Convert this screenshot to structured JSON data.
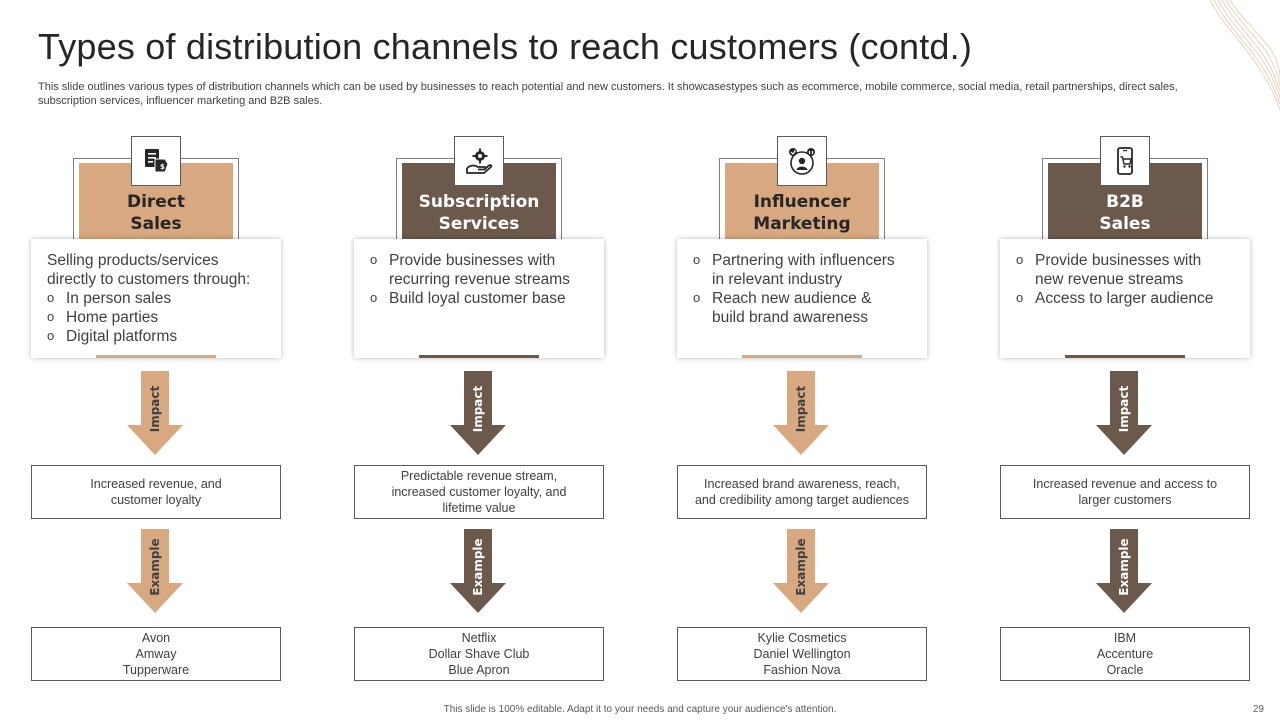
{
  "slide": {
    "title": "Types of distribution channels to reach customers (contd.)",
    "subtitle": "This slide outlines various types of distribution channels which can be used by businesses to reach potential and new customers. It showcasestypes such as ecommerce, mobile commerce, social media, retail partnerships, direct sales, subscription services, influencer marketing and B2B sales.",
    "footer": "This slide is 100% editable. Adapt it to your needs and capture your audience's attention.",
    "page_number": "29"
  },
  "colors": {
    "light": "#d8a981",
    "dark": "#6b5a4c"
  },
  "columns": [
    {
      "heading_line1": "Direct",
      "heading_line2": "Sales",
      "icon": "price-tag-document-icon",
      "description_intro_line1": "Selling products/services",
      "description_intro_line2": "directly to customers through:",
      "bullets": [
        "In person sales",
        "Home parties",
        "Digital platforms"
      ],
      "impact_label": "Impact",
      "impact_line1": "Increased revenue, and",
      "impact_line2": "customer loyalty",
      "example_label": "Example",
      "examples": [
        "Avon",
        "Amway",
        "Tupperware"
      ]
    },
    {
      "heading_line1": "Subscription",
      "heading_line2": "Services",
      "icon": "hand-gear-icon",
      "bullets": [
        {
          "line1": "Provide businesses with",
          "line2": "recurring revenue streams"
        },
        {
          "line1": "Build loyal customer base",
          "line2": ""
        }
      ],
      "impact_label": "Impact",
      "impact_line1": "Predictable revenue stream,",
      "impact_line2": "increased customer loyalty, and",
      "impact_line3": "lifetime value",
      "example_label": "Example",
      "examples": [
        "Netflix",
        "Dollar Shave Club",
        "Blue Apron"
      ]
    },
    {
      "heading_line1": "Influencer",
      "heading_line2": "Marketing",
      "icon": "influencer-network-icon",
      "bullets": [
        {
          "line1": "Partnering with influencers",
          "line2": "in relevant industry"
        },
        {
          "line1": "Reach new audience &",
          "line2": "build brand awareness"
        }
      ],
      "impact_label": "Impact",
      "impact_line1": "Increased brand awareness, reach,",
      "impact_line2": "and credibility among target audiences",
      "example_label": "Example",
      "examples": [
        "Kylie Cosmetics",
        "Daniel Wellington",
        "Fashion Nova"
      ]
    },
    {
      "heading_line1": "B2B",
      "heading_line2": "Sales",
      "icon": "mobile-cart-icon",
      "bullets": [
        {
          "line1": "Provide businesses with",
          "line2": "new revenue streams"
        },
        {
          "line1": "Access to larger audience",
          "line2": ""
        }
      ],
      "impact_label": "Impact",
      "impact_line1": "Increased revenue and access to",
      "impact_line2": "larger customers",
      "example_label": "Example",
      "examples": [
        "IBM",
        "Accenture",
        "Oracle"
      ]
    }
  ]
}
